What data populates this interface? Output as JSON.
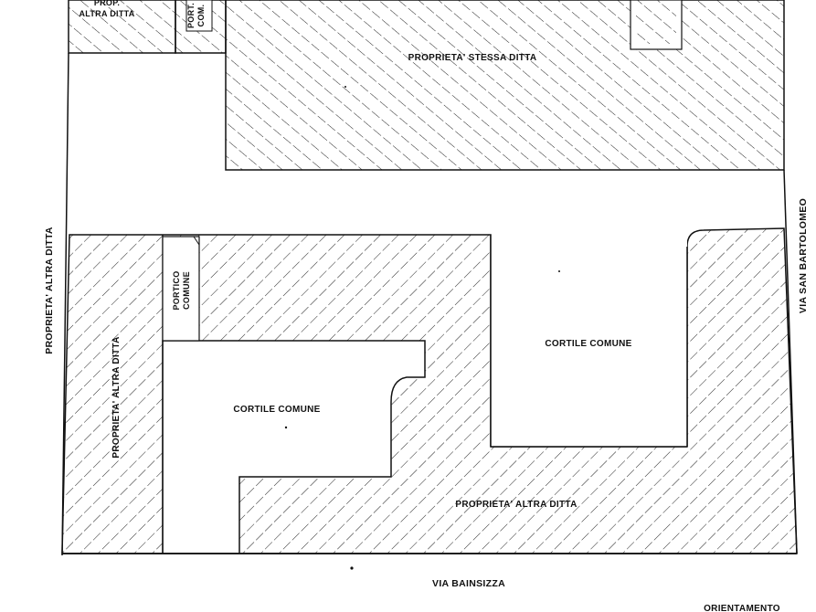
{
  "labels": {
    "top_left_property": [
      "PROP.",
      "ALTRA DITTA"
    ],
    "top_small_portico": [
      "PORT.",
      "COM."
    ],
    "same_owner_property": "PROPRIETA' STESSA DITTA",
    "left_external": "PROPRIETA' ALTRA DITTA",
    "left_inner_property": "PROPRIETA' ALTRA DITTA",
    "portico_common": [
      "PORTICO",
      "COMUNE"
    ],
    "courtyard_left": "CORTILE COMUNE",
    "courtyard_right": "CORTILE COMUNE",
    "bottom_property": "PROPRIETA' ALTRA DITTA",
    "street_right": "VIA SAN BARTOLOMEO",
    "street_bottom": "VIA BAINSIZZA",
    "orientation": "ORIENTAMENTO"
  }
}
